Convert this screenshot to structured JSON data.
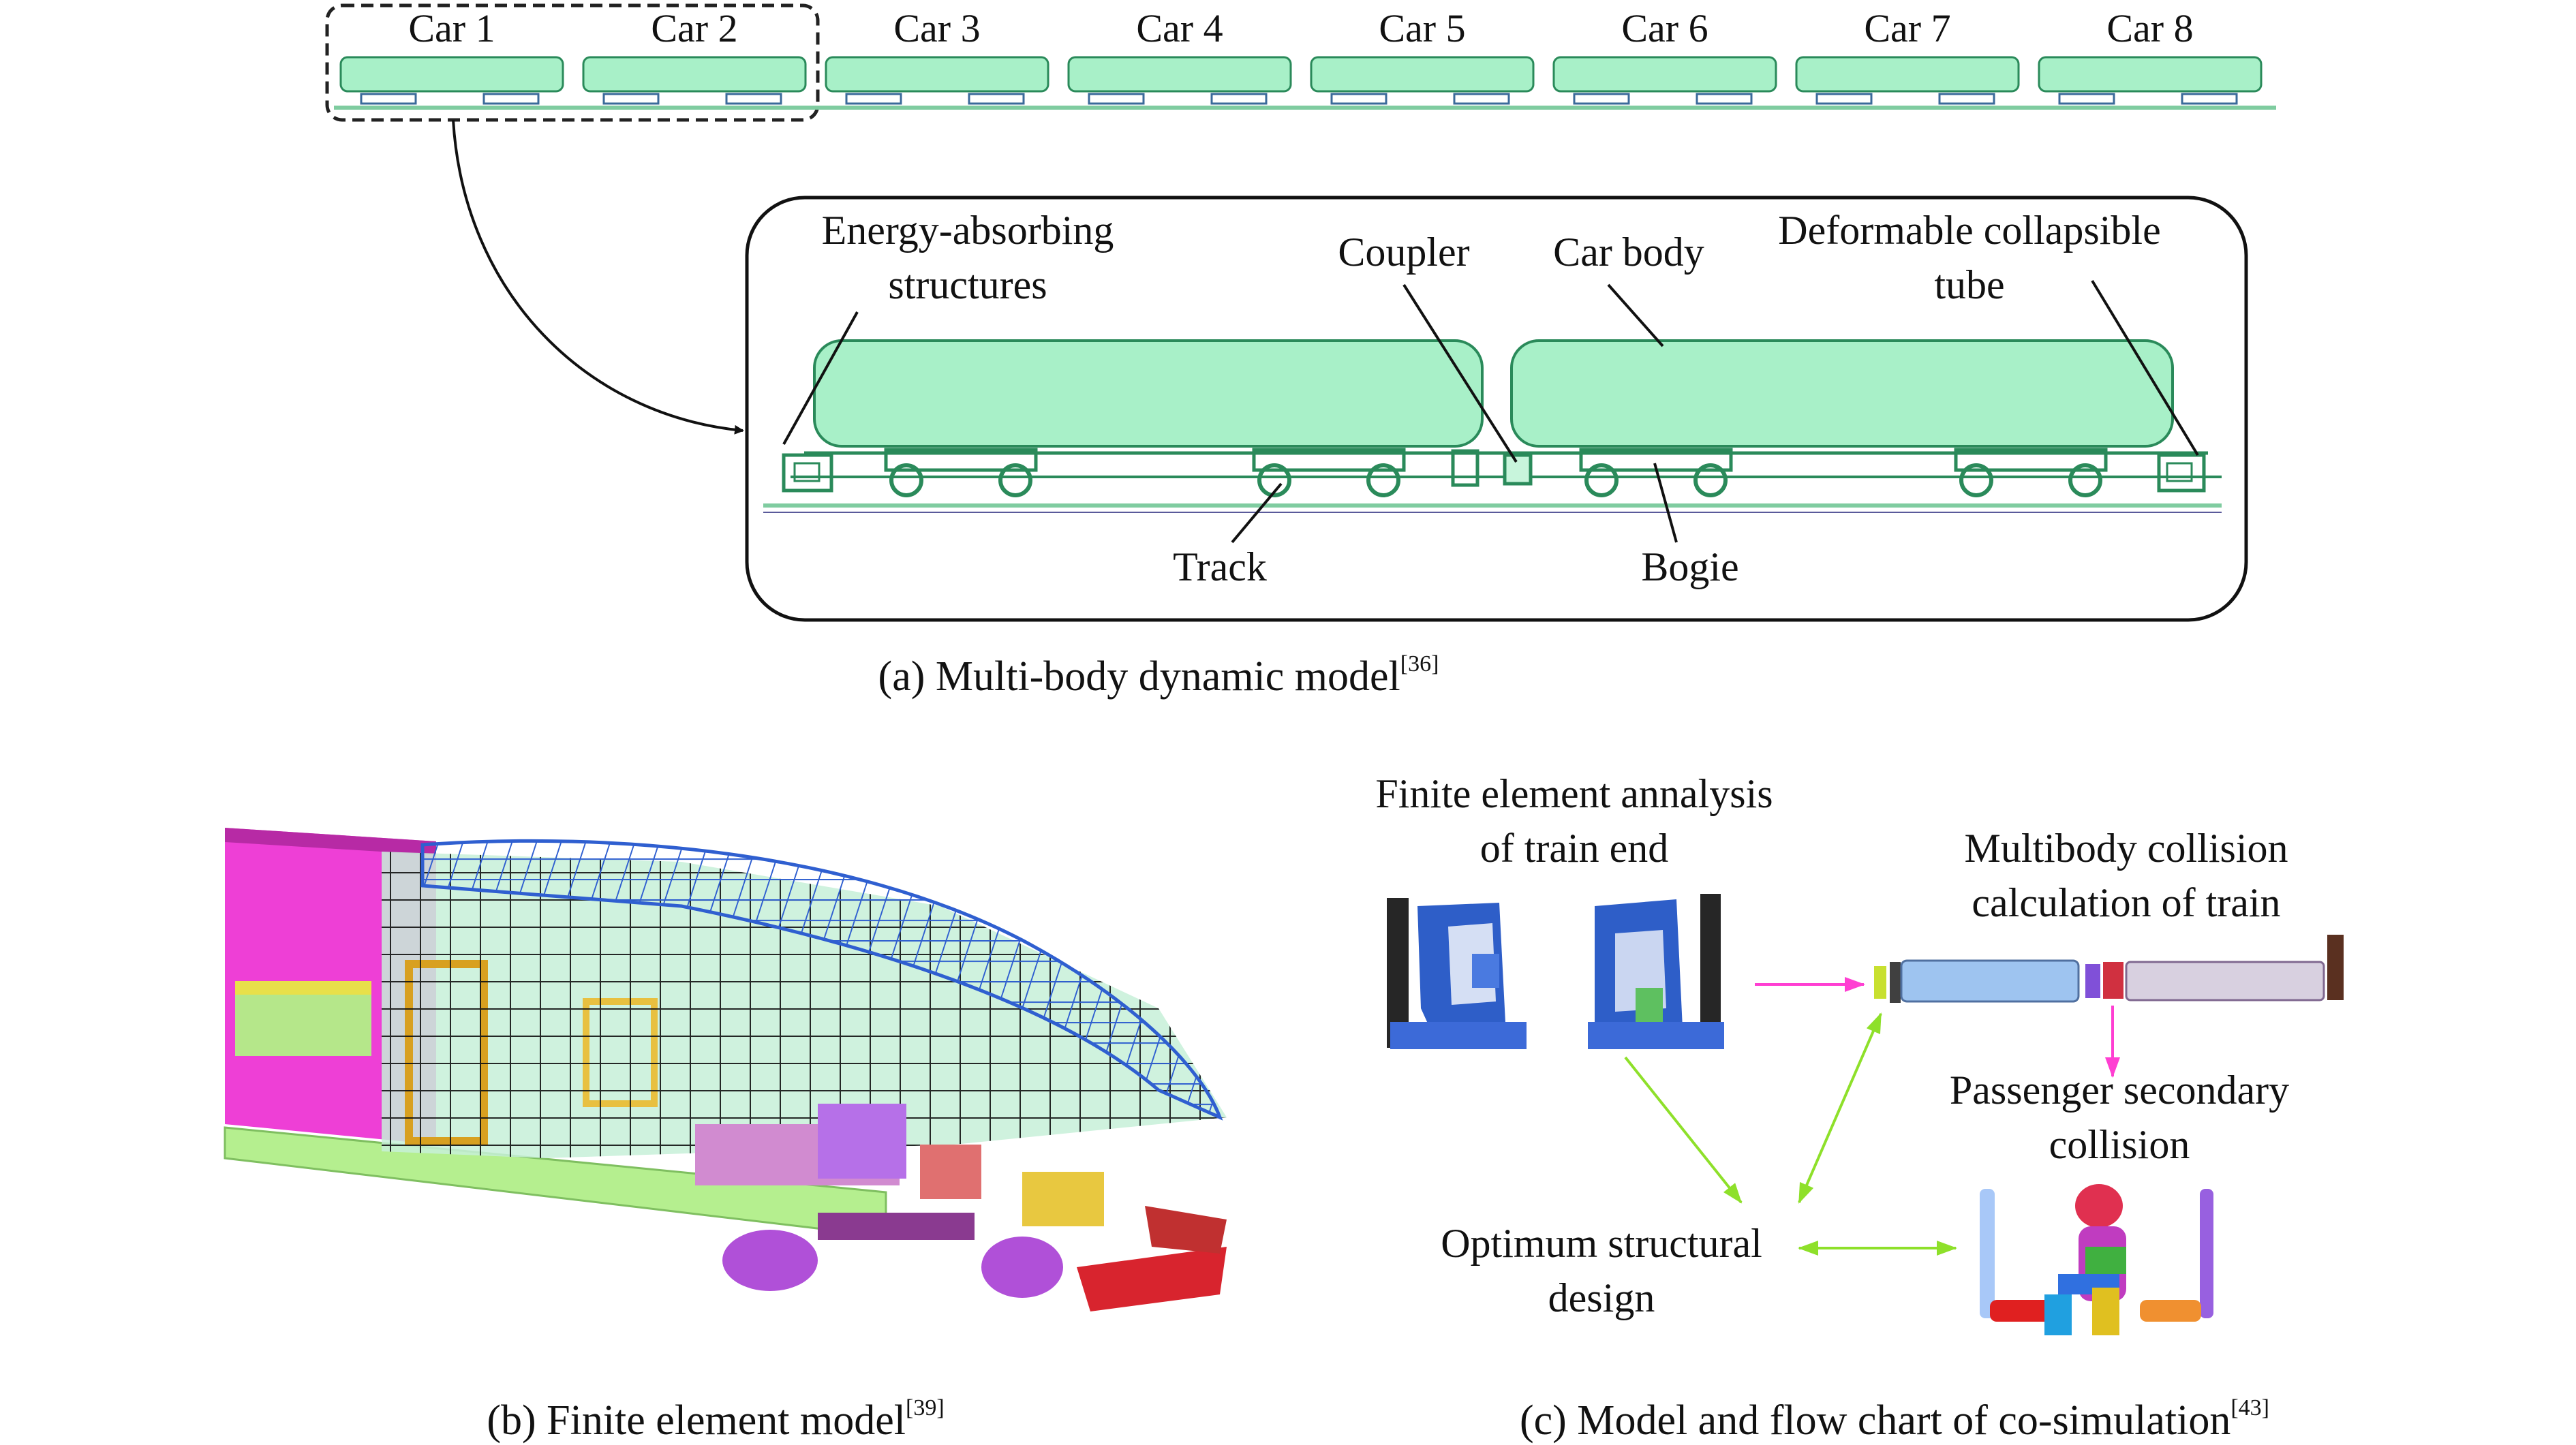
{
  "panel_a": {
    "cars": [
      "Car 1",
      "Car 2",
      "Car 3",
      "Car 4",
      "Car 5",
      "Car 6",
      "Car 7",
      "Car 8"
    ],
    "callouts": {
      "energy": [
        "Energy-absorbing",
        "structures"
      ],
      "coupler": "Coupler",
      "car_body": "Car body",
      "tube": [
        "Deformable collapsible",
        "tube"
      ],
      "track": "Track",
      "bogie": "Bogie"
    },
    "caption": "(a) Multi-body dynamic model",
    "caption_ref": "[36]"
  },
  "panel_b": {
    "caption": "(b) Finite element model",
    "caption_ref": "[39]"
  },
  "panel_c": {
    "fea": [
      "Finite element annalysis",
      "of train end"
    ],
    "multibody": [
      "Multibody collision",
      "calculation of train"
    ],
    "passenger": [
      "Passenger secondary",
      "collision"
    ],
    "optimum": [
      "Optimum structural",
      "design"
    ],
    "caption": "(c) Model and flow chart of co-simulation",
    "caption_ref": "[43]"
  },
  "colors": {
    "car_fill": "#a8f0c8",
    "car_stroke": "#2a8a5a",
    "magenta_arrow": "#ff3fd2",
    "green_arrow": "#8ee02a",
    "mesh_blue": "#2f5fd0"
  }
}
